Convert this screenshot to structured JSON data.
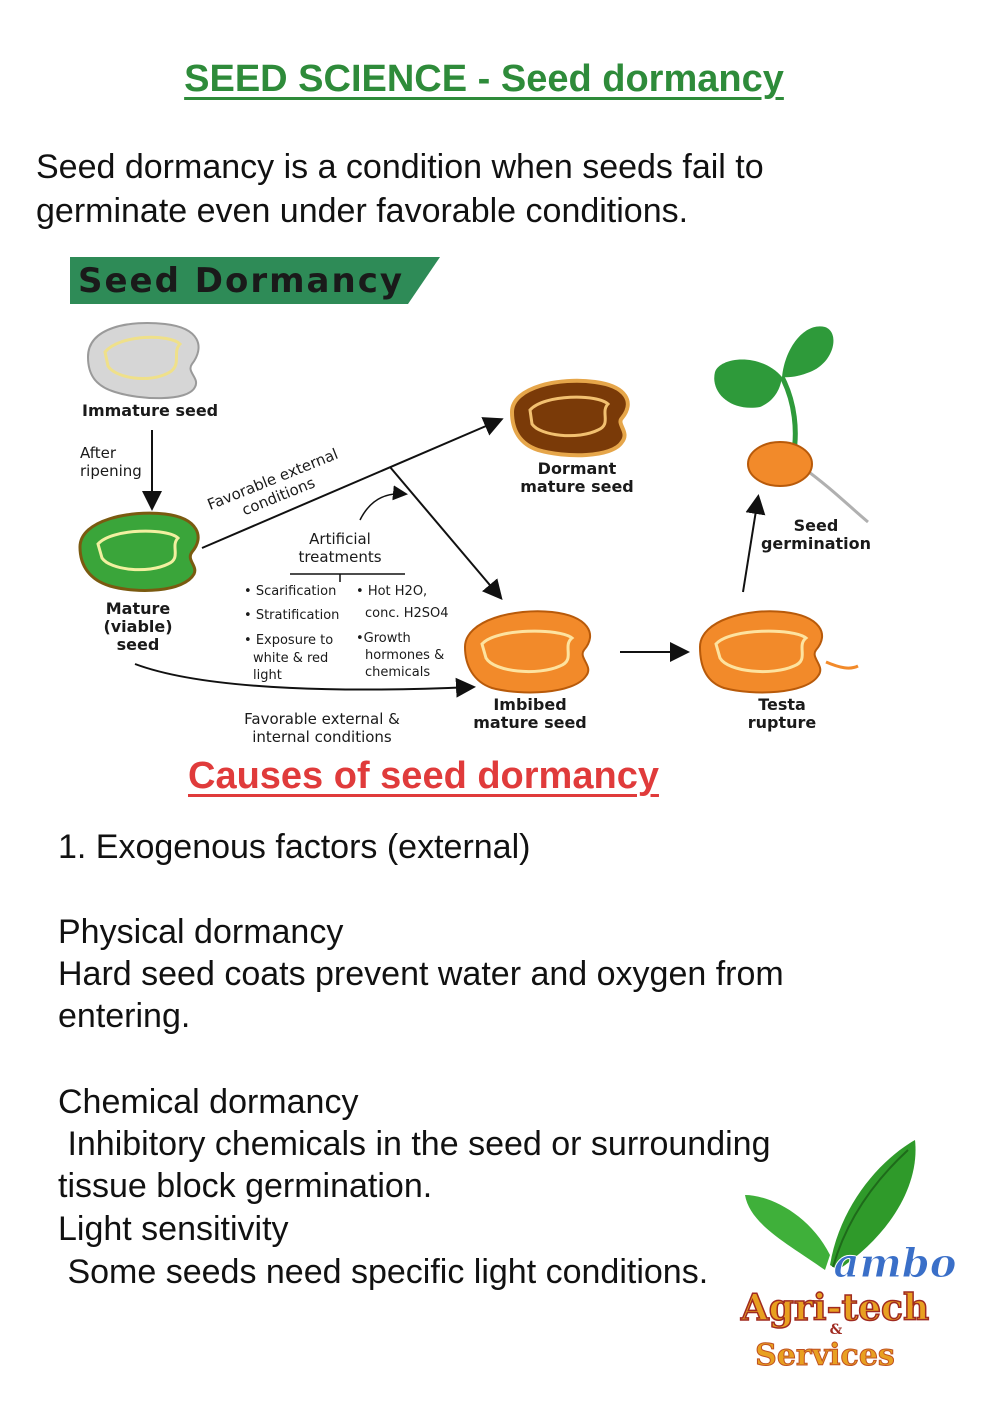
{
  "title": "SEED SCIENCE - Seed dormancy ",
  "intro": [
    "Seed dormancy is a condition when seeds fail to",
    "germinate even under favorable conditions."
  ],
  "diagram": {
    "banner": "Seed Dormancy",
    "immature_seed": "Immature seed",
    "after_ripening": [
      "After",
      "ripening"
    ],
    "favorable_external": [
      "Favorable external",
      "conditions"
    ],
    "dormant": [
      "Dormant",
      "mature seed"
    ],
    "mature": [
      "Mature",
      "(viable)",
      "seed"
    ],
    "artificial": [
      "Artificial",
      "treatments"
    ],
    "treatments_left": [
      "Scarification",
      "Stratification",
      "Exposure to",
      "white & red",
      "light"
    ],
    "treatments_right": [
      "Hot H2O,",
      "conc. H2SO4",
      "Growth",
      "hormones &",
      "chemicals"
    ],
    "favorable_both": [
      "Favorable external &",
      "internal conditions"
    ],
    "imbibed": [
      "Imbibed",
      "mature seed"
    ],
    "testa": [
      "Testa",
      "rupture"
    ],
    "germination": [
      "Seed",
      "germination"
    ],
    "colors": {
      "green": "#3aa53a",
      "brown": "#7a3a08",
      "orange": "#f28a2a",
      "grey": "#d6d6d6",
      "banner": "#2e8b57"
    }
  },
  "causes_heading": "Causes of seed dormancy ",
  "body": {
    "exogenous": "1. Exogenous factors (external)",
    "physical_heading": "Physical dormancy",
    "physical_text": [
      "Hard seed coats prevent water and oxygen from",
      "entering."
    ],
    "chemical_heading": "Chemical dormancy",
    "chemical_text": [
      " Inhibitory chemicals in the seed or surrounding",
      "tissue block germination."
    ],
    "light_heading": "Light sensitivity",
    "light_text": " Some seeds need specific light conditions."
  },
  "logo": {
    "line1": "ambo",
    "line2": "Agri-tech",
    "amp": "&",
    "line3": "Services"
  }
}
